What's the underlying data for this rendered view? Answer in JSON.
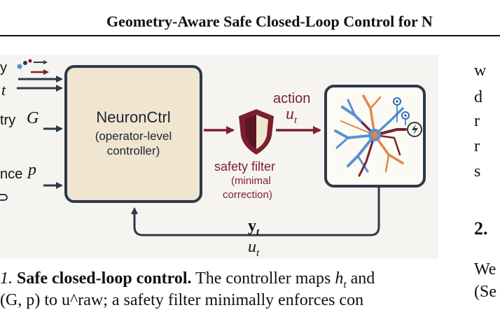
{
  "header": {
    "title": "Geometry-Aware Safe Closed-Loop Control for N"
  },
  "figure": {
    "inputs": [
      {
        "label_text": "y",
        "symbol": "t"
      },
      {
        "label_text": "try",
        "symbol": "G"
      },
      {
        "label_text": "nce",
        "symbol": "p"
      }
    ],
    "controller": {
      "name": "NeuronCtrl",
      "desc_line1": "(operator-level",
      "desc_line2": "controller)"
    },
    "action": {
      "label": "action",
      "symbol": "u",
      "subscript": "t"
    },
    "safety_filter": {
      "title": "safety filter",
      "desc_line1": "(minimal",
      "desc_line2": "correction)"
    },
    "feedback": {
      "y_symbol": "y",
      "y_subscript": "t",
      "u_symbol": "u",
      "u_subscript": "t"
    },
    "colors": {
      "block_fill": "#efe5d0",
      "block_stroke": "#2c3a47",
      "accent_dark_red": "#7a1f2e",
      "dendrite_blue": "#5b8fd4",
      "dendrite_orange": "#e0874a"
    }
  },
  "caption": {
    "label": "1.",
    "title": "Safe closed-loop control.",
    "text_a": " The controller maps ",
    "sym_h": "h",
    "sym_h_sub": "t",
    "text_b": " and",
    "line2": "(G, p) to u^raw; a safety filter minimally enforces con"
  },
  "right_column": {
    "letters": [
      "w",
      "d",
      "r",
      "r",
      "s"
    ],
    "section_number": "2.",
    "para_line1": "We",
    "para_line2": "(Se"
  }
}
